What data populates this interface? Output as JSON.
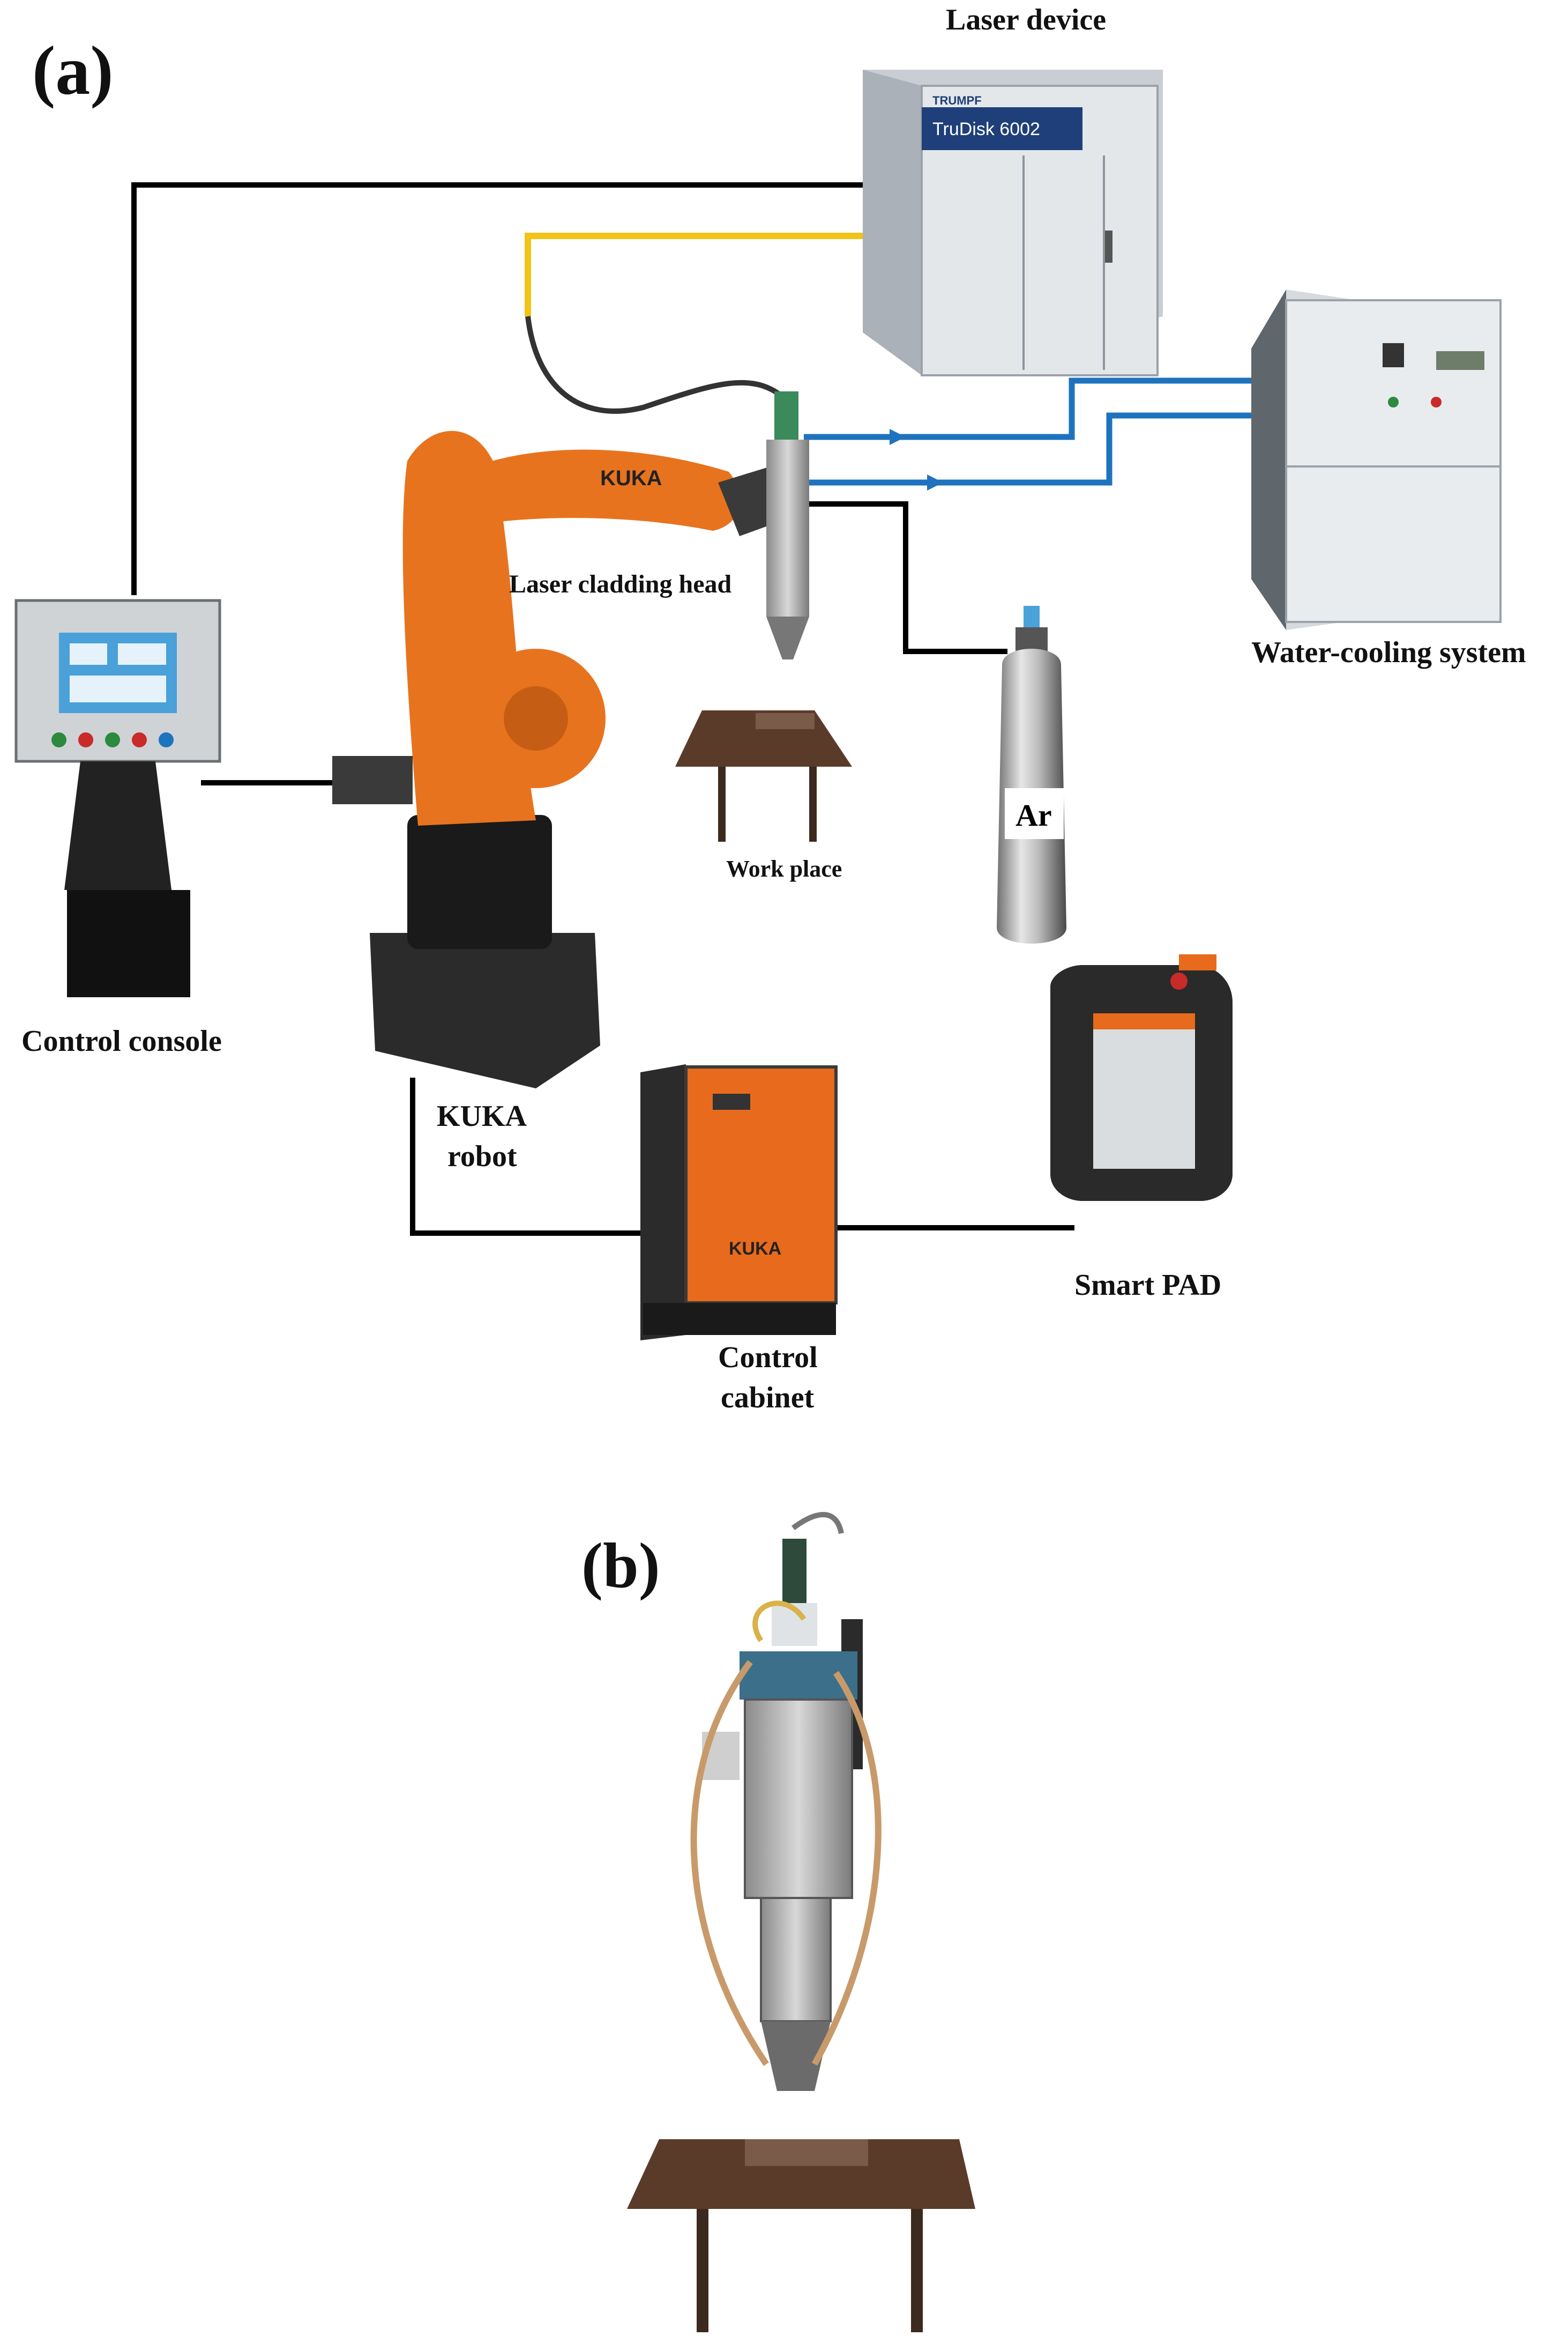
{
  "panels": {
    "a": {
      "label": "(a)"
    },
    "b": {
      "label": "(b)"
    }
  },
  "labels": {
    "laser_device": "Laser device",
    "water_cooling": "Water-cooling system",
    "laser_cladding_head": "Laser cladding head",
    "control_console": "Control console",
    "work_place": "Work place",
    "kuka_robot_line1": "KUKA",
    "kuka_robot_line2": "robot",
    "control_cabinet_line1": "Control",
    "control_cabinet_line2": "cabinet",
    "smart_pad": "Smart PAD",
    "ar": "Ar"
  },
  "device_text": {
    "laser_brand": "TRUMPF",
    "laser_model": "TruDisk 6002",
    "cabinet_brand": "KUKA",
    "robot_brand": "KUKA"
  },
  "colors": {
    "signal_line": "#000000",
    "fiber_line": "#f2c318",
    "coolant_line": "#1e73be",
    "robot_orange": "#e8731e",
    "cabinet_orange": "#e86a1c"
  }
}
